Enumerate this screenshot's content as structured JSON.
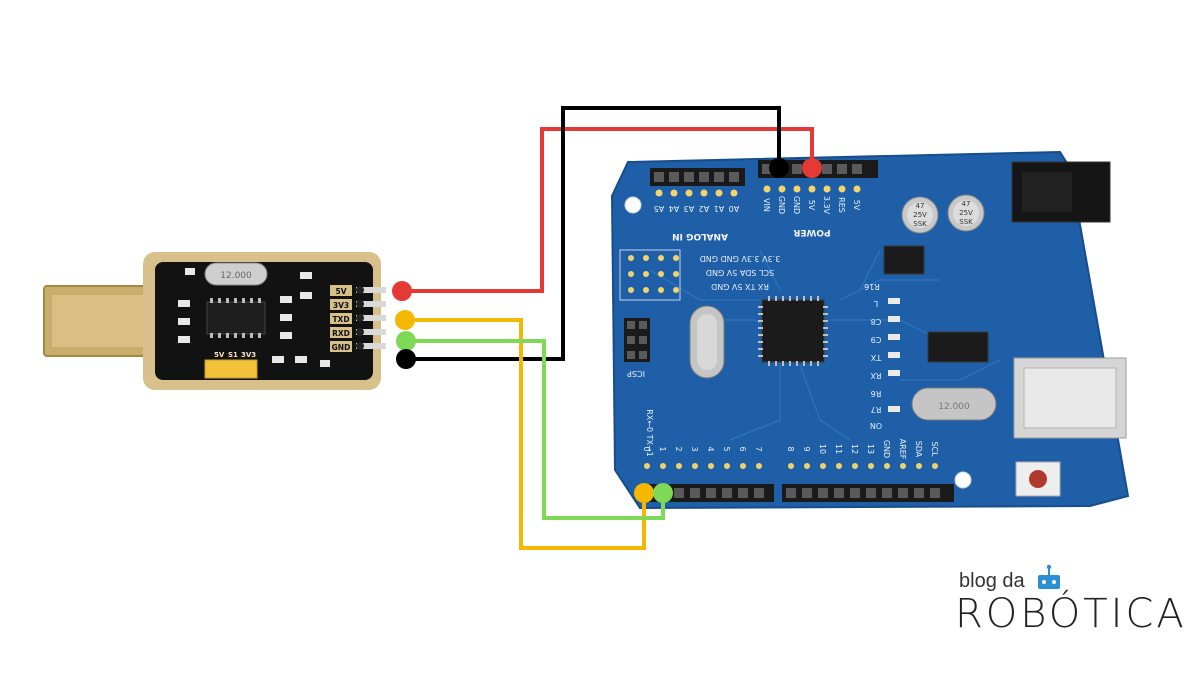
{
  "adapter": {
    "pins": [
      "5V",
      "3V3",
      "TXD",
      "RXD",
      "GND"
    ],
    "jumper": {
      "left": "5V",
      "middle": "S1",
      "right": "3V3"
    },
    "crystal": "12.000"
  },
  "arduino": {
    "power_header_title": "POWER",
    "power_pins": [
      "VIN",
      "GND",
      "GND",
      "5V",
      "3.3V",
      "RES",
      "5V"
    ],
    "analog_header_title": "ANALOG IN",
    "analog_pins": [
      "A5",
      "A4",
      "A3",
      "A2",
      "A1",
      "A0"
    ],
    "i2c_rows": [
      "3.3V 3.3V GND GND",
      "SCL  SDA  5V  GND",
      "RX   TX   5V  GND"
    ],
    "capacitors": [
      {
        "value": "47",
        "voltage": "25V",
        "series": "SSK"
      },
      {
        "value": "47",
        "voltage": "25V",
        "series": "SSK"
      }
    ],
    "digital_pins": [
      "0",
      "1",
      "2",
      "3",
      "4",
      "5",
      "6",
      "7",
      "8",
      "9",
      "10",
      "11",
      "12",
      "13",
      "GND",
      "AREF",
      "SDA",
      "SCL"
    ],
    "rx_tx_label": "RX←0  TX→1",
    "ic_labels": [
      "R16",
      "L",
      "C8",
      "C9",
      "TX",
      "RX",
      "R6",
      "R7",
      "ON"
    ],
    "crystal": "12.000",
    "isp_label": "ICSP"
  },
  "wires": [
    {
      "from": "5V",
      "to": "5V",
      "color": "#e53935"
    },
    {
      "from": "GND",
      "to": "GND",
      "color": "#000000"
    },
    {
      "from": "TXD",
      "to": "RX←0",
      "color": "#f5b800"
    },
    {
      "from": "RXD",
      "to": "TX→1",
      "color": "#7ed957"
    }
  ],
  "logo": {
    "small_text": "blog da",
    "big_text": "ROBÓTICA"
  }
}
